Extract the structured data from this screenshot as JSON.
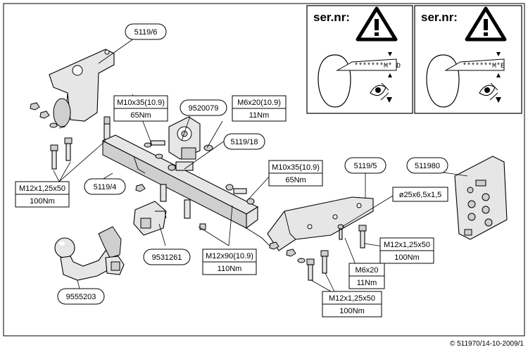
{
  "callouts": {
    "c5119_6": "5119/6",
    "c9520079": "9520079",
    "c5119_18": "5119/18",
    "c5119_4": "5119/4",
    "c5119_5": "5119/5",
    "c511980": "511980",
    "c9531261": "9531261",
    "c9555203": "9555203"
  },
  "torque_specs": {
    "m10x35_a": {
      "bolt": "M10x35(10.9)",
      "torque": "65Nm"
    },
    "m6x20_a": {
      "bolt": "M6x20(10.9)",
      "torque": "11Nm"
    },
    "m12x125_left": {
      "bolt": "M12x1,25x50",
      "torque": "100Nm"
    },
    "m10x35_b": {
      "bolt": "M10x35(10.9)",
      "torque": "65Nm"
    },
    "m12x90": {
      "bolt": "M12x90(10.9)",
      "torque": "110Nm"
    },
    "m12x125_right": {
      "bolt": "M12x1,25x50",
      "torque": "100Nm"
    },
    "m6x20_b": {
      "bolt": "M6x20",
      "torque": "11Nm"
    },
    "m12x125_bottom": {
      "bolt": "M12x1,25x50",
      "torque": "100Nm"
    }
  },
  "washer_label": "ø25x6,5x1,5",
  "serial_panels": [
    {
      "title": "ser.nr:",
      "code": "*******M* D"
    },
    {
      "title": "ser.nr:",
      "code": "*******M*E"
    }
  ],
  "footer": "© 511970/14-10-2009/1"
}
